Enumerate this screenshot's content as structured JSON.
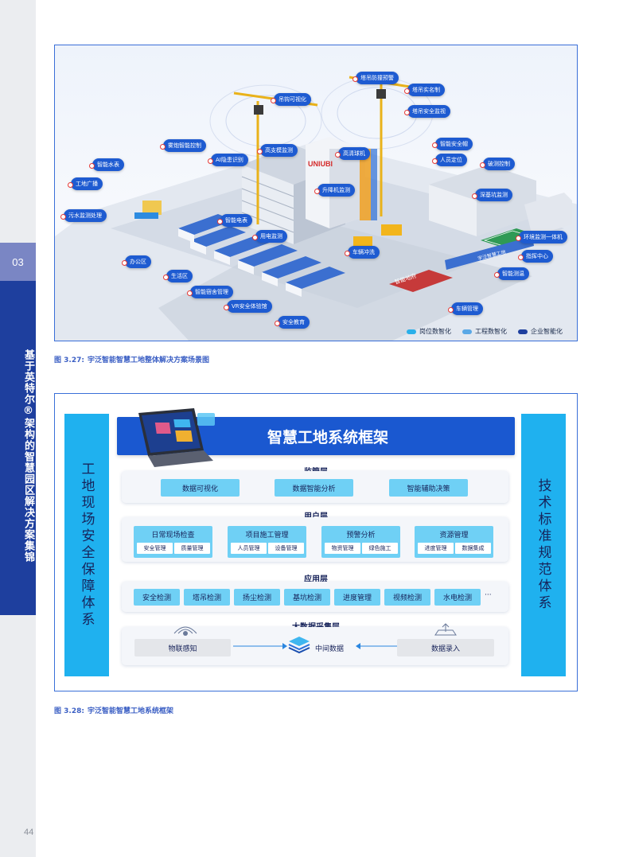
{
  "sidebar": {
    "chapter_number": "03",
    "chapter_title": "基于英特尔®架构的智慧园区解决方案集锦"
  },
  "page_number": "44",
  "figure1": {
    "caption_label": "图 3.27:",
    "caption_text": "宇泛智能智慧工地整体解决方案场景图",
    "tags": {
      "t1": "塔吊防撞预警",
      "t2": "塔吊实名制",
      "t3": "吊钩可视化",
      "t4": "塔吊安全监视",
      "t5": "雾炮智能控制",
      "t6": "高支模监测",
      "t7": "高清球机",
      "t8": "智能安全帽",
      "t9": "人员定位",
      "t10": "AI隐患识别",
      "t11": "智能水表",
      "t12": "破测控制",
      "t13": "工地广播",
      "t14": "升降机监测",
      "t15": "深基坑监测",
      "t16": "污水监测处理",
      "t17": "智能电表",
      "t18": "用电监测",
      "t19": "环境监测一体机",
      "t20": "办公区",
      "t21": "车辆冲洗",
      "t22": "指挥中心",
      "t23": "生活区",
      "t24": "智能测温",
      "t25": "智能宿舍管理",
      "t26": "VR安全体验馆",
      "t27": "车辆管理",
      "t28": "安全教育"
    },
    "scene_text": {
      "brand": "UNIUBI",
      "gate": "智能地府",
      "wall": "宇泛智慧工地"
    },
    "legend": [
      "岗位数智化",
      "工程数智化",
      "企业智能化"
    ],
    "legend_colors": [
      "#2ab0ea",
      "#5aa8e6",
      "#1e3f9e"
    ]
  },
  "figure2": {
    "caption_label": "图 3.28:",
    "caption_text": "宇泛智能智慧工地系统框架",
    "title": "智慧工地系统框架",
    "left_column": "工地现场安全保障体系",
    "right_column": "技术标准规范体系",
    "supervision": {
      "title": "监管层",
      "items": [
        "数据可视化",
        "数据智能分析",
        "智能辅助决策"
      ]
    },
    "user": {
      "title": "用户层",
      "groups": [
        {
          "title": "日常现场检查",
          "subs": [
            "安全管理",
            "质量管理"
          ]
        },
        {
          "title": "项目施工管理",
          "subs": [
            "人员管理",
            "设备管理"
          ]
        },
        {
          "title": "预警分析",
          "subs": [
            "物资管理",
            "绿色施工"
          ]
        },
        {
          "title": "资源管理",
          "subs": [
            "进度管理",
            "数据集成"
          ]
        }
      ]
    },
    "application": {
      "title": "应用层",
      "items": [
        "安全检测",
        "塔吊检测",
        "扬尘检测",
        "基坑检测",
        "进度管理",
        "视频检测",
        "水电检测"
      ],
      "more": "···"
    },
    "collection": {
      "title": "大数据采集层",
      "left": "物联感知",
      "center": "中间数据",
      "right": "数据录入"
    }
  }
}
